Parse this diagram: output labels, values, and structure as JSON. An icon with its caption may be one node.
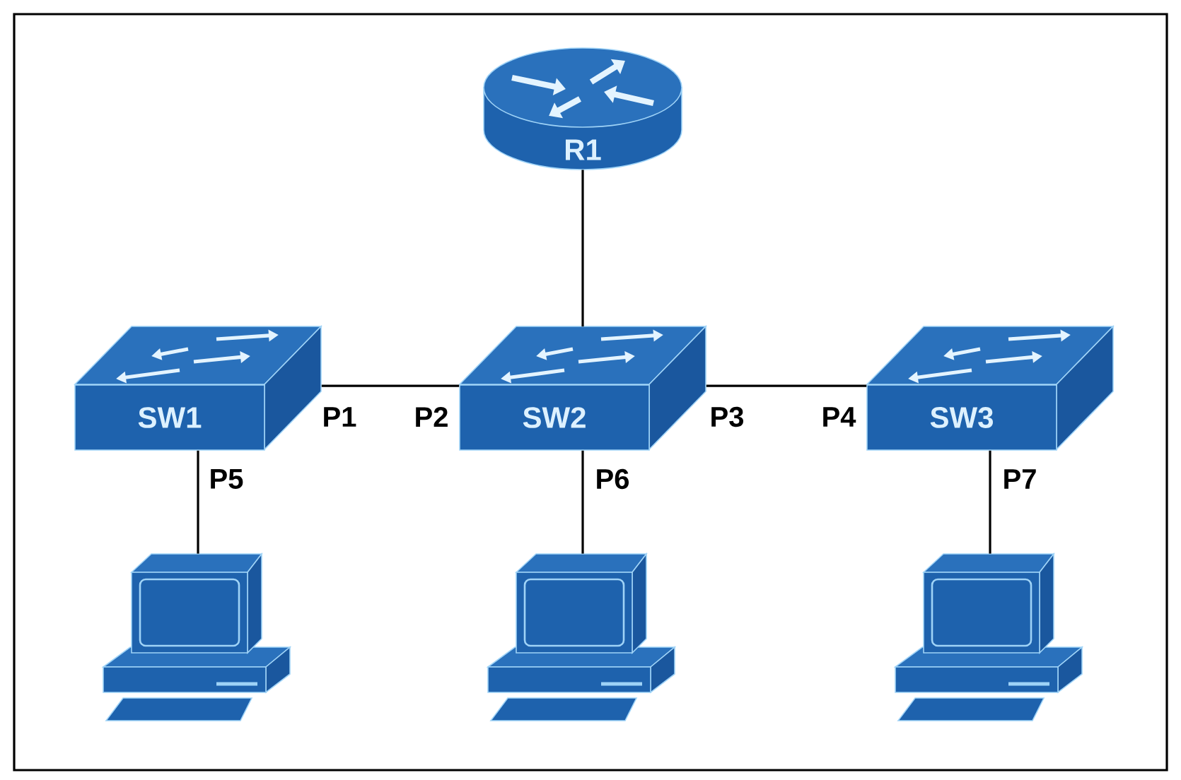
{
  "diagram": {
    "nodes": [
      {
        "text": [
          "R1"
        ]
      },
      {
        "text": [
          "SW1"
        ]
      },
      {
        "text": [
          "SW2"
        ]
      },
      {
        "text": [
          "SW3"
        ]
      },
      {
        "text": [],
        "shape": "computer"
      },
      {
        "text": [],
        "shape": "computer"
      },
      {
        "text": [],
        "shape": "computer"
      }
    ],
    "edges": [
      {
        "from": 0,
        "to": 2,
        "arrow": "none"
      },
      {
        "from": 1,
        "to": 2,
        "arrow": "none"
      },
      {
        "from": 2,
        "to": 3,
        "arrow": "none"
      },
      {
        "from": 1,
        "to": 4,
        "arrow": "none"
      },
      {
        "from": 2,
        "to": 5,
        "arrow": "none"
      },
      {
        "from": 3,
        "to": 6,
        "arrow": "none"
      }
    ],
    "labels": [
      "P1",
      "P2",
      "P3",
      "P4",
      "P5",
      "P6",
      "P7"
    ]
  }
}
